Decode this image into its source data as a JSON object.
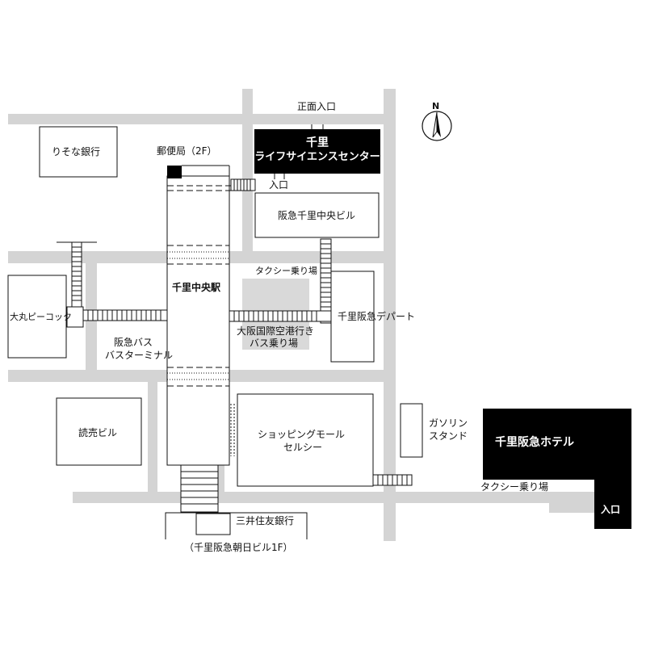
{
  "labels": {
    "risona": "りそな銀行",
    "post_office": "郵便局（2F）",
    "main_entrance": "正面入口",
    "senri_center_line1": "千里",
    "senri_center_line2": "ライフサイエンスセンター",
    "entrance_small": "入口",
    "hankyu_senri_chuo_bldg": "阪急千里中央ビル",
    "taxi_stand_upper": "タクシー乗り場",
    "senri_chuo_station": "千里中央駅",
    "daimaru_peacock": "大丸ピーコック",
    "hankyu_bus_line1": "阪急バス",
    "hankyu_bus_line2": "バスターミナル",
    "airport_bus_line1": "大阪国際空港行き",
    "airport_bus_line2": "バス乗り場",
    "senri_hankyu_dept": "千里阪急デパート",
    "yomiuri": "読売ビル",
    "mall_line1": "ショッピングモール",
    "mall_line2": "セルシー",
    "gas_line1": "ガソリン",
    "gas_line2": "スタンド",
    "hotel": "千里阪急ホテル",
    "taxi_stand_lower": "タクシー乗り場",
    "hotel_entrance": "入口",
    "mitsui": "三井住友銀行",
    "asahi_bldg": "（千里阪急朝日ビル1F）",
    "north": "N"
  },
  "colors": {
    "road": "#d4d4d4",
    "highlight": "#000000",
    "taxi_area": "#d9d9d9"
  }
}
